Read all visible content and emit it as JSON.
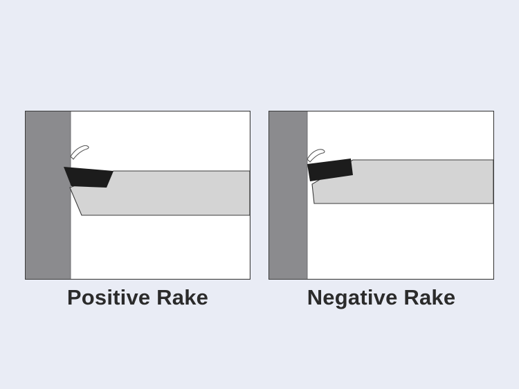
{
  "diagrams": [
    {
      "id": "positive",
      "caption": "Positive Rake"
    },
    {
      "id": "negative",
      "caption": "Negative Rake"
    }
  ],
  "colors": {
    "background": "#e9ecf5",
    "workpiece": "#8b8b8e",
    "tool_shank": "#d4d4d4",
    "insert": "#1c1c1c",
    "outline": "#3a3a3a",
    "panel": "#ffffff",
    "caption": "#2b2b2b"
  }
}
